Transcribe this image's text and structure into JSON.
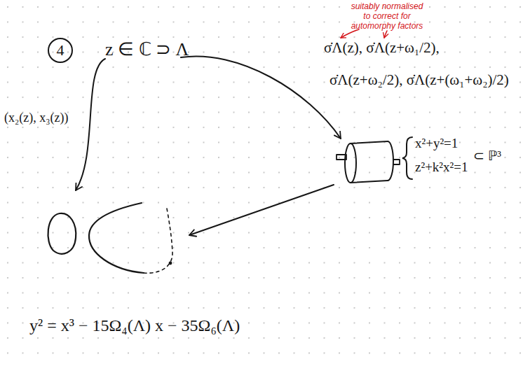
{
  "diagram": {
    "nodes": [
      {
        "text": [
          "4"
        ]
      }
    ],
    "labels": [
      "z ∈ ℂ ⊃ Λ",
      "(x₂(z), x₃(z))",
      "suitably normalised to correct for automorphy factors",
      "σ̇Λ(z), σ̇Λ(z+ω₁/2),",
      "σ̇Λ(z+ω₂/2), σ̇Λ(z+(ω₁+ω₂)/2)",
      "x²+y²=1",
      "z²+k²x²=1",
      "⊂ ℙ³",
      "y² = x³ − 15Ω₄(Λ) x − 35Ω₆(Λ)"
    ]
  }
}
